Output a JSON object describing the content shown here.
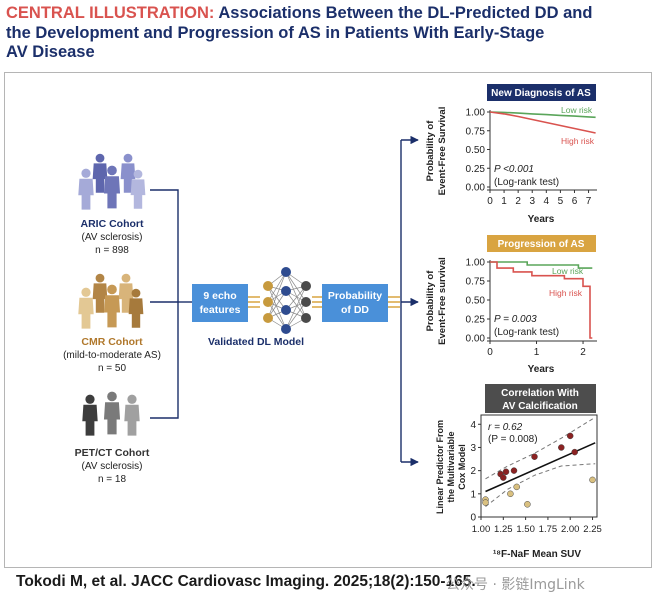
{
  "header": {
    "lead": "CENTRAL ILLUSTRATION:",
    "line1_rest": " Associations Between the DL-Predicted DD and",
    "line2": "the Development and Progression of AS in Patients With Early-Stage",
    "line3": "AV Disease"
  },
  "cohorts": [
    {
      "name": "ARIC Cohort",
      "subtitle": "(AV sclerosis)",
      "n": "n = 898"
    },
    {
      "name": "CMR Cohort",
      "subtitle": "(mild-to-moderate AS)",
      "n": "n = 50"
    },
    {
      "name": "PET/CT Cohort",
      "subtitle": "(AV sclerosis)",
      "n": "n = 18"
    }
  ],
  "pipeline": {
    "features_line1": "9 echo",
    "features_line2": "features",
    "model_label": "Validated DL Model",
    "output_line1": "Probability",
    "output_line2": "of DD"
  },
  "footer": {
    "citation": "Tokodi M, et al. JACC Cardiovasc Imaging. 2025;18(2):150-165.",
    "watermark": "公众号 · 影链ImgLink"
  },
  "colors": {
    "navy": "#1b2f6a",
    "red_title": "#d9534f",
    "box_blue": "#4a90d9",
    "gold": "#d9a441",
    "low_risk": "#5aa55a",
    "high_risk": "#d9534f",
    "aric_people": "#7d83c3",
    "cmr_people": "#c9a160",
    "pet_people": "#5a5a5a"
  },
  "chart_data": [
    {
      "type": "line",
      "title": "New Diagnosis of AS",
      "ylabel": "Probability of Event-Free Survival",
      "xlabel": "Years",
      "x_ticks": [
        "0",
        "1",
        "2",
        "3",
        "4",
        "5",
        "6",
        "7"
      ],
      "y_ticks": [
        "1.00",
        "0.75",
        "0.50",
        "0.25",
        "0.00"
      ],
      "xlim": [
        0,
        7.6
      ],
      "ylim": [
        0,
        1
      ],
      "series": [
        {
          "name": "Low risk",
          "color": "#5aa55a",
          "x": [
            0,
            1,
            2,
            3,
            4,
            5,
            6,
            7,
            7.5
          ],
          "y": [
            1.0,
            0.995,
            0.985,
            0.975,
            0.965,
            0.955,
            0.945,
            0.935,
            0.93
          ]
        },
        {
          "name": "High risk",
          "color": "#d9534f",
          "x": [
            0,
            1,
            2,
            3,
            4,
            5,
            6,
            7,
            7.5
          ],
          "y": [
            1.0,
            0.975,
            0.94,
            0.9,
            0.86,
            0.82,
            0.78,
            0.74,
            0.72
          ]
        }
      ],
      "annotation_line1": "P <0.001",
      "annotation_line2": "(Log-rank test)"
    },
    {
      "type": "line",
      "title": "Progression of AS",
      "ylabel": "Probability of Event-Free survival",
      "xlabel": "Years",
      "x_ticks": [
        "0",
        "1",
        "2"
      ],
      "y_ticks": [
        "1.00",
        "0.75",
        "0.50",
        "0.25",
        "0.00"
      ],
      "xlim": [
        0,
        2.3
      ],
      "ylim": [
        0,
        1
      ],
      "series": [
        {
          "name": "Low risk",
          "color": "#5aa55a",
          "x": [
            0,
            0.8,
            0.8,
            1.9,
            1.9,
            2.2
          ],
          "y": [
            1.0,
            1.0,
            0.96,
            0.96,
            0.92,
            0.92
          ]
        },
        {
          "name": "High risk",
          "color": "#d9534f",
          "x": [
            0,
            0.15,
            0.15,
            0.5,
            0.5,
            0.9,
            0.9,
            1.6,
            1.6,
            2.0,
            2.0,
            2.15,
            2.15,
            2.2
          ],
          "y": [
            1.0,
            1.0,
            0.92,
            0.92,
            0.87,
            0.87,
            0.82,
            0.82,
            0.78,
            0.78,
            0.68,
            0.68,
            0.0,
            0.0
          ]
        }
      ],
      "annotation_line1": "P = 0.003",
      "annotation_line2": "(Log-rank test)"
    },
    {
      "type": "scatter",
      "title_line1": "Correlation With",
      "title_line2": "AV Calcification",
      "ylabel_lines": [
        "Linear Predictor From",
        "the Multivariable",
        "Cox Model"
      ],
      "xlabel": "¹⁸F-NaF Mean SUV",
      "x_ticks": [
        "1.00",
        "1.25",
        "1.50",
        "1.75",
        "2.00",
        "2.25"
      ],
      "y_ticks": [
        "0",
        "1",
        "2",
        "3",
        "4"
      ],
      "xlim": [
        1.0,
        2.3
      ],
      "ylim": [
        0,
        4.4
      ],
      "points": [
        {
          "x": 1.05,
          "y": 0.75,
          "color": "#d9c080"
        },
        {
          "x": 1.05,
          "y": 0.62,
          "color": "#d9c080"
        },
        {
          "x": 1.22,
          "y": 1.85,
          "color": "#8b2222"
        },
        {
          "x": 1.25,
          "y": 1.7,
          "color": "#8b2222"
        },
        {
          "x": 1.28,
          "y": 1.95,
          "color": "#8b2222"
        },
        {
          "x": 1.33,
          "y": 1.0,
          "color": "#d9c080"
        },
        {
          "x": 1.37,
          "y": 2.0,
          "color": "#8b2222"
        },
        {
          "x": 1.4,
          "y": 1.3,
          "color": "#d9c080"
        },
        {
          "x": 1.52,
          "y": 0.55,
          "color": "#d9c080"
        },
        {
          "x": 1.6,
          "y": 2.6,
          "color": "#8b2222"
        },
        {
          "x": 1.9,
          "y": 3.0,
          "color": "#8b2222"
        },
        {
          "x": 2.0,
          "y": 3.5,
          "color": "#8b2222"
        },
        {
          "x": 2.05,
          "y": 2.8,
          "color": "#8b2222"
        },
        {
          "x": 2.25,
          "y": 1.6,
          "color": "#d9c080"
        }
      ],
      "fit_line": {
        "x": [
          1.05,
          2.28
        ],
        "y": [
          1.1,
          3.2
        ]
      },
      "ci_upper": {
        "x": [
          1.05,
          1.3,
          1.6,
          1.9,
          2.28
        ],
        "y": [
          1.65,
          2.2,
          2.75,
          3.4,
          4.3
        ]
      },
      "ci_lower": {
        "x": [
          1.05,
          1.3,
          1.6,
          1.9,
          2.28
        ],
        "y": [
          0.45,
          1.2,
          1.8,
          2.2,
          2.3
        ]
      },
      "annotation_line1": "r = 0.62",
      "annotation_line2": "(P = 0.008)"
    }
  ]
}
